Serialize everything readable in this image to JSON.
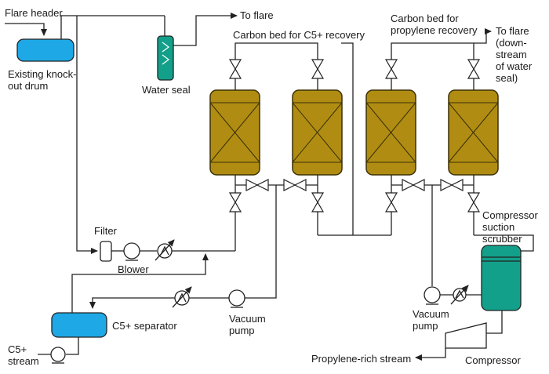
{
  "labels": {
    "flare_header": "Flare header",
    "to_flare_1": "To flare",
    "existing_drum": [
      "Existing knock-",
      "out drum"
    ],
    "water_seal": "Water seal",
    "carbon_bed_c5": "Carbon bed for C5+ recovery",
    "carbon_bed_propylene": [
      "Carbon bed for",
      "propylene recovery"
    ],
    "to_flare_2": [
      "To flare",
      "(down-",
      "stream",
      "of water",
      "seal)"
    ],
    "filter": "Filter",
    "blower": "Blower",
    "compressor_suction_scrubber": [
      "Compressor",
      "suction",
      "scrubber"
    ],
    "c5_separator": "C5+ separator",
    "vacuum_pump_1": [
      "Vacuum",
      "pump"
    ],
    "vacuum_pump_2": [
      "Vacuum",
      "pump"
    ],
    "c5_stream": [
      "C5+",
      "stream"
    ],
    "propylene_rich_stream": "Propylene-rich stream",
    "compressor": "Compressor"
  },
  "colors": {
    "vessel_blue": "#1ea8e6",
    "vessel_teal": "#13a08a",
    "carbon_bed": "#b08d12",
    "line": "#222222"
  }
}
